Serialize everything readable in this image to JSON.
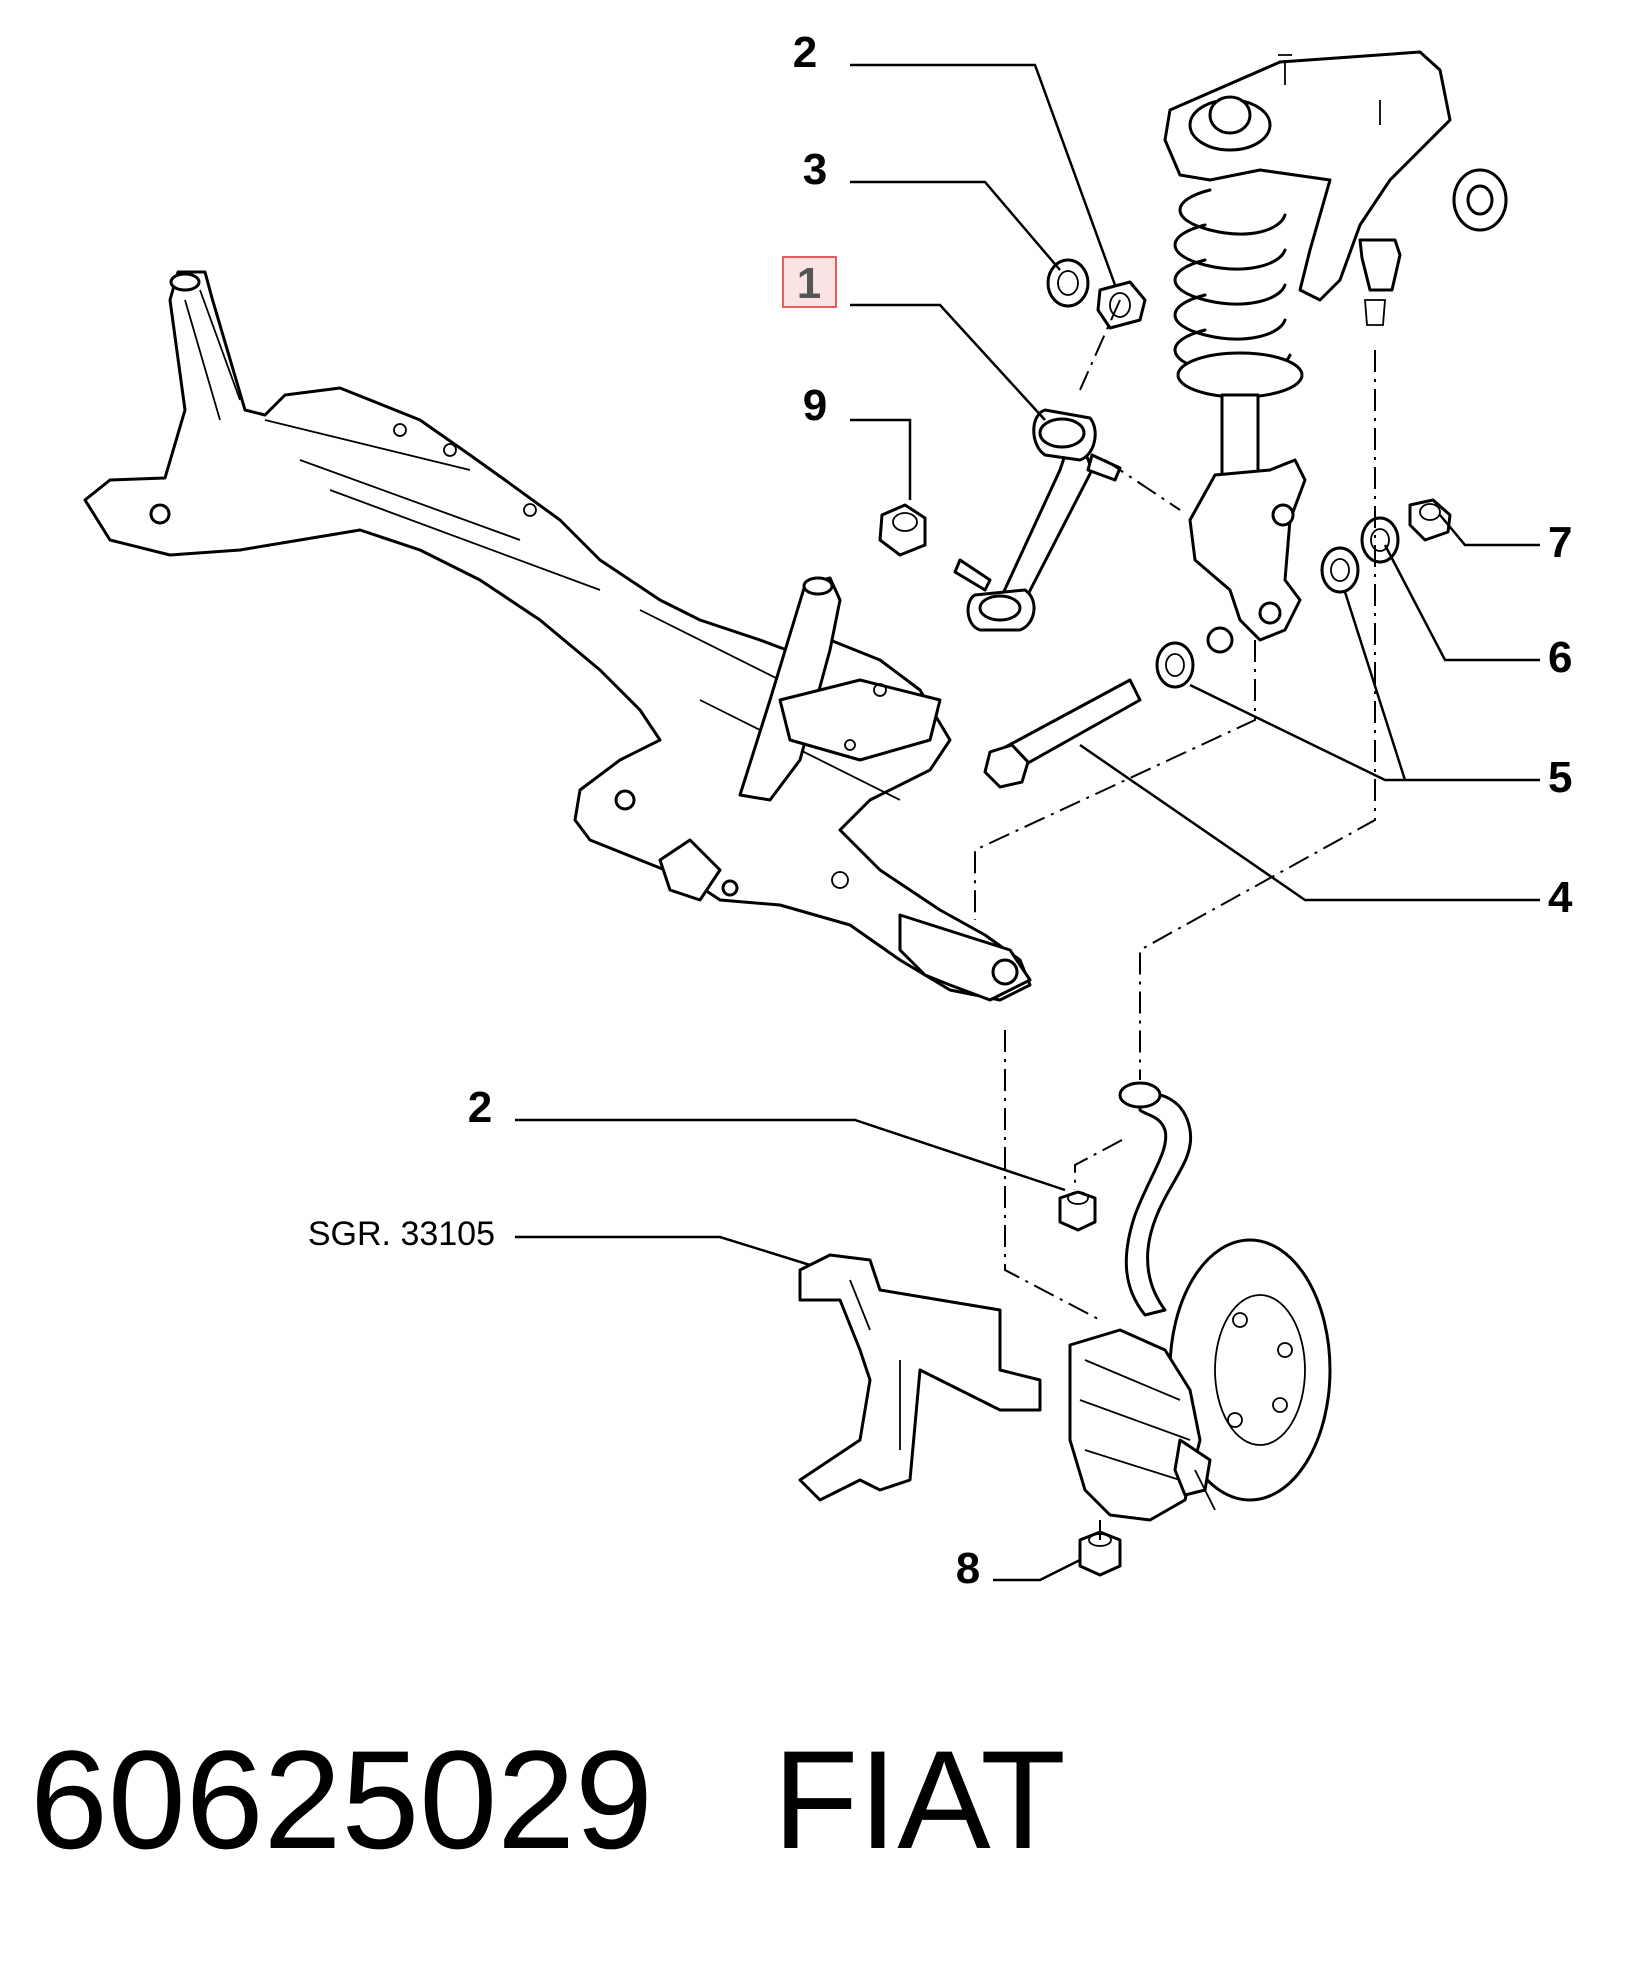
{
  "callouts": [
    {
      "id": "c2a",
      "label": "2"
    },
    {
      "id": "c3",
      "label": "3"
    },
    {
      "id": "c1",
      "label": "1",
      "highlighted": true
    },
    {
      "id": "c9",
      "label": "9"
    },
    {
      "id": "c7",
      "label": "7"
    },
    {
      "id": "c6",
      "label": "6"
    },
    {
      "id": "c5",
      "label": "5"
    },
    {
      "id": "c4",
      "label": "4"
    },
    {
      "id": "c2b",
      "label": "2"
    },
    {
      "id": "c8",
      "label": "8"
    }
  ],
  "group_reference": "SGR. 33105",
  "footer": {
    "part_number": "60625029",
    "brand": "FIAT"
  },
  "colors": {
    "line": "#000000",
    "highlight_fill": "#fbe3e3",
    "highlight_border": "#e06060"
  }
}
